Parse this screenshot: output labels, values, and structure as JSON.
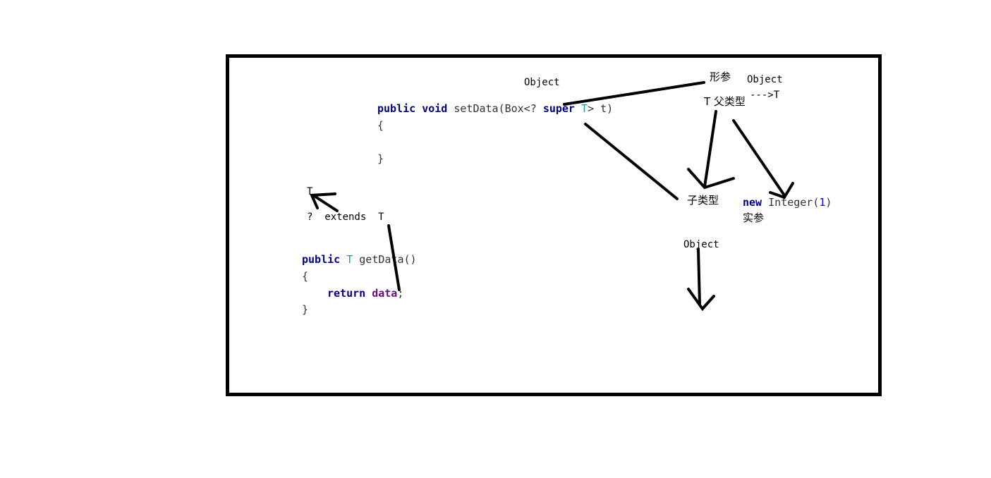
{
  "set_data": {
    "kw_public": "public",
    "kw_void": "void",
    "method": "setData(Box<? ",
    "kw_super": "super",
    "type_t": "T",
    "param_end": "> t)",
    "brace_open": "{",
    "brace_close": "}"
  },
  "get_data": {
    "kw_public": "public",
    "type_t": "T",
    "method": " getData()",
    "brace_open": "{",
    "kw_return": "return",
    "field": "data",
    "semicolon": ";",
    "brace_close": "}"
  },
  "notes": {
    "object_top": "Object",
    "formal_param": "形参",
    "object_right": "Object",
    "arrow_t": "--->T",
    "t_parent": "T 父类型",
    "subtype": "子类型",
    "kw_new": "new",
    "integer_call": " Integer(",
    "integer_arg": "1",
    "integer_close": ")",
    "actual_param": "实参",
    "object_bottom": "Object",
    "t_small": "T",
    "extends_expr": "?  extends  T"
  },
  "colors": {
    "keyword": "#000080",
    "type": "#2b91af",
    "field": "#660e7a",
    "number": "#0000ff",
    "ink": "#000000"
  }
}
